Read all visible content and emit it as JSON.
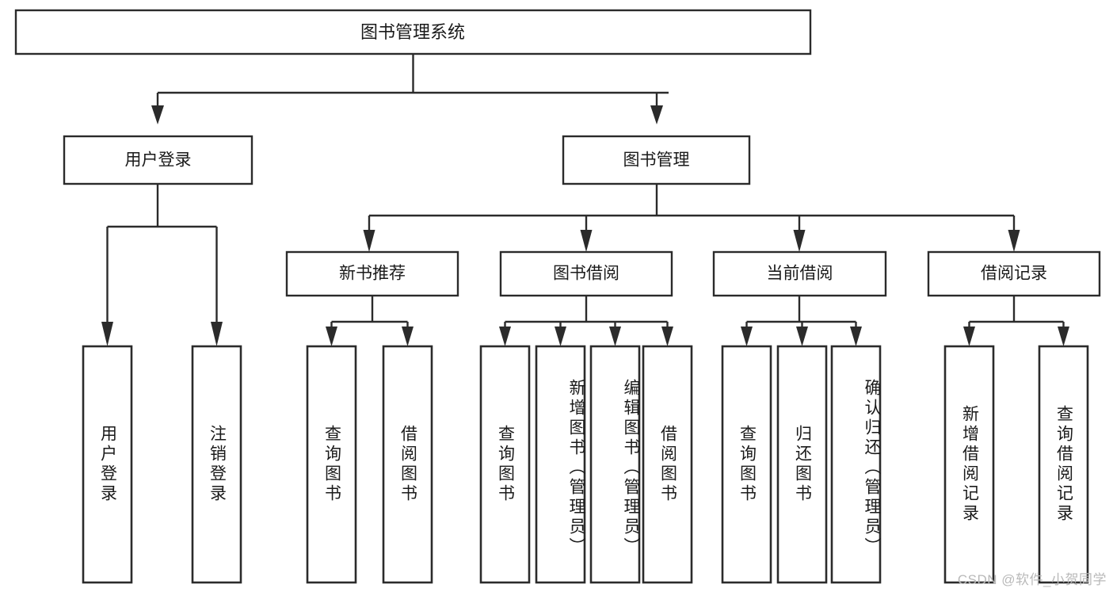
{
  "diagram": {
    "type": "hierarchy-tree",
    "title": "图书管理系统",
    "watermark": "CSDN @软件_小贺同学",
    "colors": {
      "stroke": "#2b2b2b",
      "fill": "#ffffff",
      "text": "#1a1a1a",
      "watermark": "#b9b9b9"
    },
    "levels": {
      "root": "图书管理系统",
      "level2": [
        "用户登录",
        "图书管理"
      ],
      "level3": [
        "新书推荐",
        "图书借阅",
        "当前借阅",
        "借阅记录"
      ],
      "level4": [
        "用户登录",
        "注销登录",
        "查询图书",
        "借阅图书",
        "查询图书",
        "新增图书（管理员）",
        "编辑图书（管理员）",
        "借阅图书",
        "查询图书",
        "归还图书",
        "确认归还（管理员）",
        "新增借阅记录",
        "查询借阅记录"
      ]
    },
    "nodes": {
      "root": {
        "label": "图书管理系统"
      },
      "user_login": {
        "label": "用户登录"
      },
      "book_manage": {
        "label": "图书管理"
      },
      "new_book_rec": {
        "label": "新书推荐"
      },
      "book_borrow": {
        "label": "图书借阅"
      },
      "current_borrow": {
        "label": "当前借阅"
      },
      "borrow_record": {
        "label": "借阅记录"
      }
    },
    "leaves": [
      {
        "id": "leaf-user-login",
        "label": "用户登录",
        "parent": "用户登录"
      },
      {
        "id": "leaf-logout",
        "label": "注销登录",
        "parent": "用户登录"
      },
      {
        "id": "leaf-query-book-1",
        "label": "查询图书",
        "parent": "新书推荐"
      },
      {
        "id": "leaf-borrow-book-1",
        "label": "借阅图书",
        "parent": "新书推荐"
      },
      {
        "id": "leaf-query-book-2",
        "label": "查询图书",
        "parent": "图书借阅"
      },
      {
        "id": "leaf-add-book",
        "label": "新增图书（管理员）",
        "parent": "图书借阅"
      },
      {
        "id": "leaf-edit-book",
        "label": "编辑图书（管理员）",
        "parent": "图书借阅"
      },
      {
        "id": "leaf-borrow-book-2",
        "label": "借阅图书",
        "parent": "图书借阅"
      },
      {
        "id": "leaf-query-book-3",
        "label": "查询图书",
        "parent": "当前借阅"
      },
      {
        "id": "leaf-return-book",
        "label": "归还图书",
        "parent": "当前借阅"
      },
      {
        "id": "leaf-confirm-return",
        "label": "确认归还（管理员）",
        "parent": "当前借阅"
      },
      {
        "id": "leaf-add-borrow-record",
        "label": "新增借阅记录",
        "parent": "借阅记录"
      },
      {
        "id": "leaf-query-borrow-record",
        "label": "查询借阅记录",
        "parent": "借阅记录"
      }
    ]
  }
}
